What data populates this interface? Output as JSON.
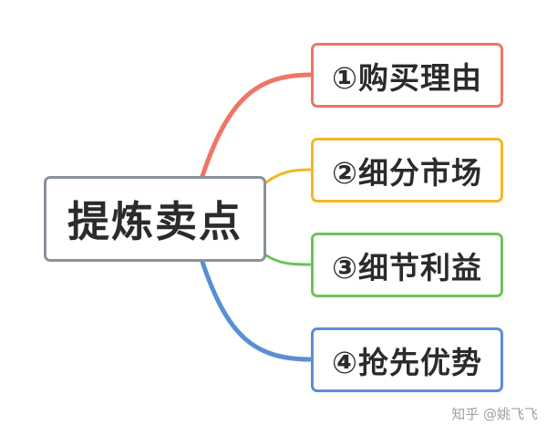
{
  "diagram": {
    "root": {
      "label": "提炼卖点",
      "border_color": "#8a919b"
    },
    "children": [
      {
        "label": "①购买理由",
        "color": "#ee7666"
      },
      {
        "label": "②细分市场",
        "color": "#f2b824"
      },
      {
        "label": "③细节利益",
        "color": "#6cc35a"
      },
      {
        "label": "④抢先优势",
        "color": "#5b8fd3"
      }
    ]
  },
  "watermark": {
    "text": "知乎 @姚飞飞"
  }
}
